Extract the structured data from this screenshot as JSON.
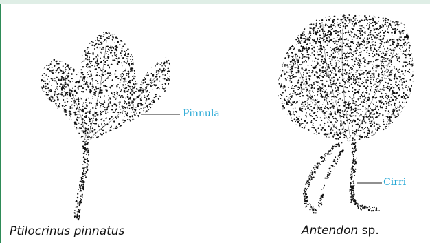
{
  "figure": {
    "left_specimen": {
      "part_label": "Pinnula",
      "caption_italic": "Ptilocrinus pinnatus",
      "caption_plain": ""
    },
    "right_specimen": {
      "part_label": "Cirri",
      "caption_italic": "Antendon",
      "caption_plain": " sp."
    }
  },
  "colors": {
    "frame_border": "#2e8b57",
    "label_text": "#29a9d6",
    "stipple": "#111111"
  }
}
